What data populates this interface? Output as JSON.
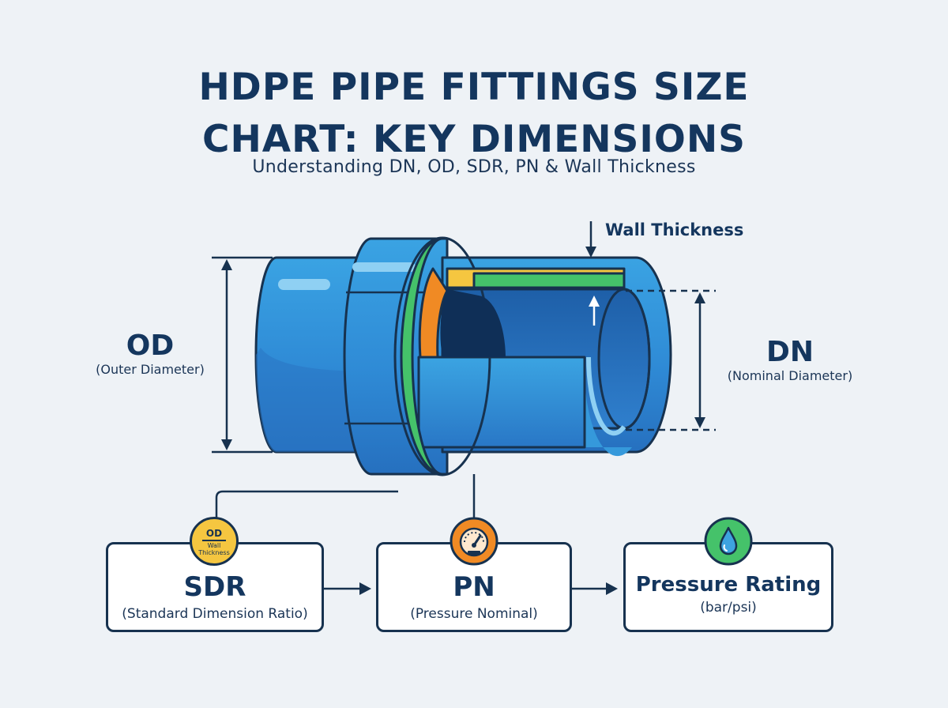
{
  "title": {
    "line1": "HDPE PIPE FITTINGS SIZE",
    "line2": "CHART: KEY DIMENSIONS"
  },
  "subtitle": "Understanding DN, OD, SDR, PN & Wall Thickness",
  "dimensions": {
    "wall_thickness": "Wall Thickness",
    "od": {
      "abbr": "OD",
      "name": "(Outer Diameter)"
    },
    "dn": {
      "abbr": "DN",
      "name": "(Nominal Diameter)"
    }
  },
  "boxes": [
    {
      "title": "SDR",
      "subtitle": "(Standard Dimension Ratio)",
      "icon": "od-over-wall-thickness-icon",
      "icon_text": {
        "top": "OD",
        "bottom": "Wall Thickness"
      }
    },
    {
      "title": "PN",
      "subtitle": "(Pressure Nominal)",
      "icon": "pressure-gauge-icon"
    },
    {
      "title": "Pressure Rating",
      "subtitle": "(bar/psi)",
      "icon": "water-drop-icon"
    }
  ],
  "colors": {
    "navy": "#17324f",
    "pipe_blue": "#2f86d0",
    "pipe_light": "#3ea3e0",
    "green_ring": "#45c26a",
    "orange": "#f08a24",
    "yellow": "#f5c640"
  }
}
